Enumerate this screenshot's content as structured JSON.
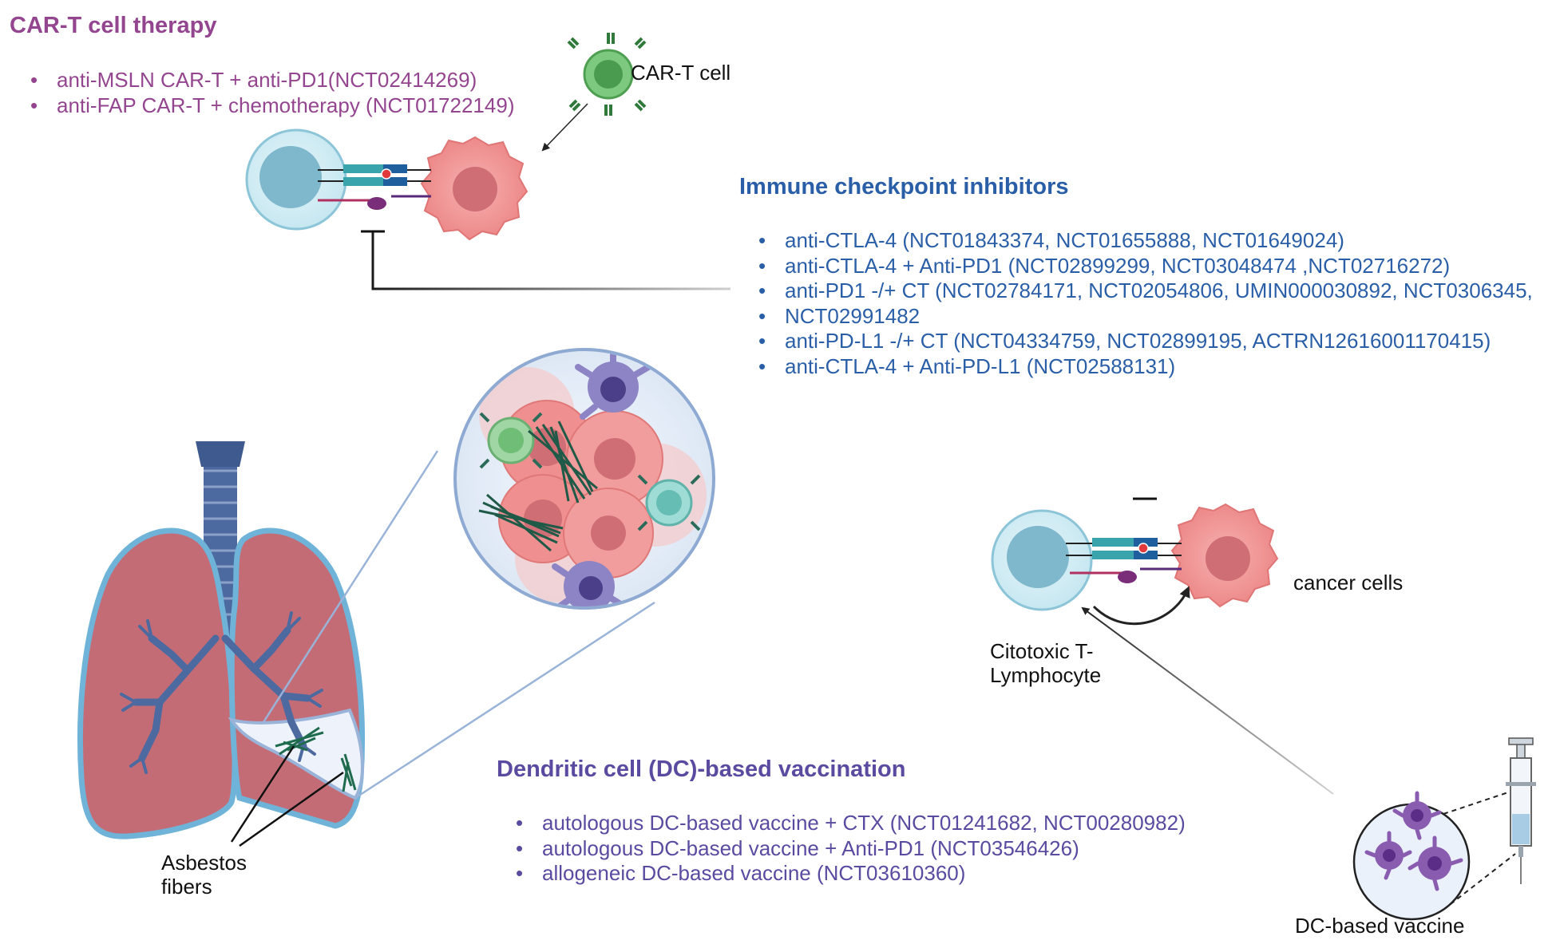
{
  "car_t": {
    "title": "CAR-T cell therapy",
    "items": [
      "anti-MSLN CAR-T + anti-PD1(NCT02414269)",
      "anti-FAP CAR-T  + chemotherapy (NCT01722149)"
    ],
    "cell_label": "CAR-T cell"
  },
  "checkpoint": {
    "title": "Immune checkpoint inhibitors",
    "items": [
      "anti-CTLA-4 (NCT01843374, NCT01655888, NCT01649024)",
      "anti-CTLA-4 + Anti-PD1 (NCT02899299, NCT03048474 ,NCT02716272)",
      "anti-PD1 -/+ CT (NCT02784171, NCT02054806, UMIN000030892, NCT0306345,",
      "anti-PD-L1 -/+ CT (NCT04334759, NCT02899195, ACTRN12616001170415)",
      "anti-CTLA-4 + Anti-PD-L1 (NCT02588131)"
    ],
    "item3_continuation": "NCT02991482"
  },
  "dc": {
    "title": "Dendritic cell (DC)-based vaccination",
    "items": [
      "autologous DC-based vaccine + CTX (NCT01241682, NCT00280982)",
      "autologous DC-based vaccine + Anti-PD1 (NCT03546426)",
      "allogeneic DC-based vaccine (NCT03610360)"
    ],
    "vaccine_label": "DC-based vaccine"
  },
  "labels": {
    "cancer_cells": "cancer cells",
    "t_cell_line1": "Citotoxic T-",
    "t_cell_line2": "Lymphocyte",
    "asbestos_line1": "Asbestos",
    "asbestos_line2": "fibers"
  },
  "colors": {
    "car_t_text": "#94458f",
    "checkpoint_text": "#2a5fa8",
    "dc_text": "#5a4aa0",
    "cancer_cell": "#f19595",
    "t_cell": "#a9d6e3",
    "lung": "#c46c76",
    "airway": "#4d6aa0",
    "fiber": "#1f6b4e"
  }
}
